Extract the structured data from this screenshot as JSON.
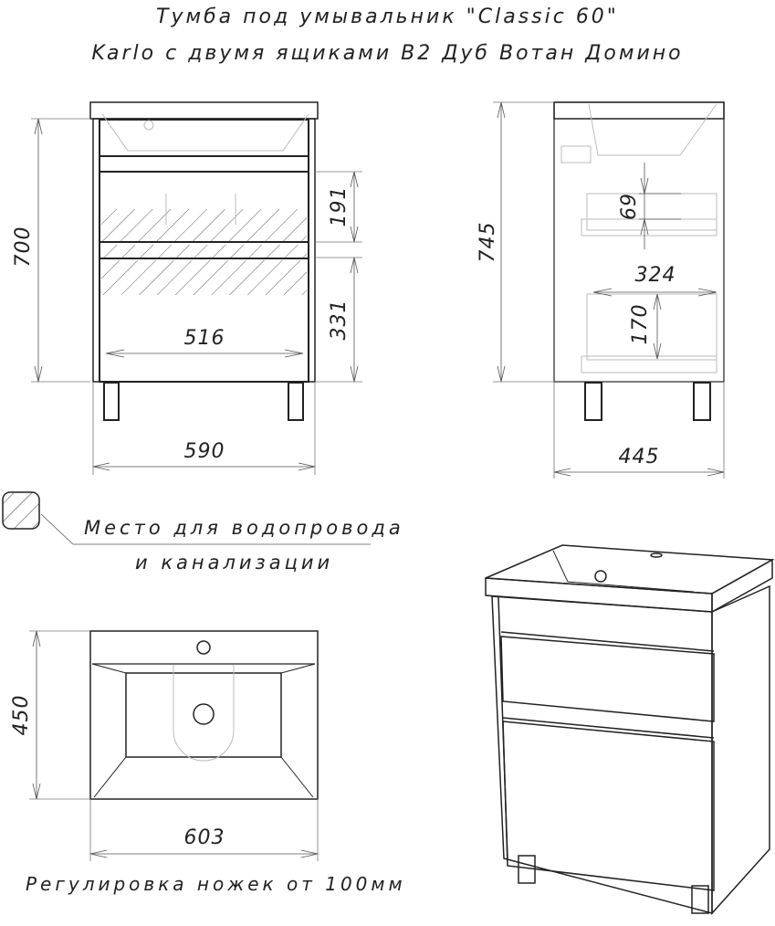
{
  "title": {
    "line1": "Тумба под умывальник \"Classic 60\"",
    "line2": "Karlo с двумя ящиками В2 Дуб Вотан Домино"
  },
  "front_view": {
    "height": "700",
    "width": "590",
    "inner_width": "516",
    "drawer_top_height": "191",
    "drawer_bottom_height": "331"
  },
  "side_view": {
    "height": "745",
    "depth": "445",
    "drawer_depth": "324",
    "upper_gap": "69",
    "lower_gap": "170"
  },
  "top_view": {
    "depth": "450",
    "width": "603"
  },
  "legend": {
    "line1": "Место для водопровода",
    "line2": "и канализации"
  },
  "footer_note": "Регулировка ножек от 100мм",
  "colors": {
    "line": "#222222",
    "thin": "#555555",
    "faint": "#bbbbbb"
  }
}
